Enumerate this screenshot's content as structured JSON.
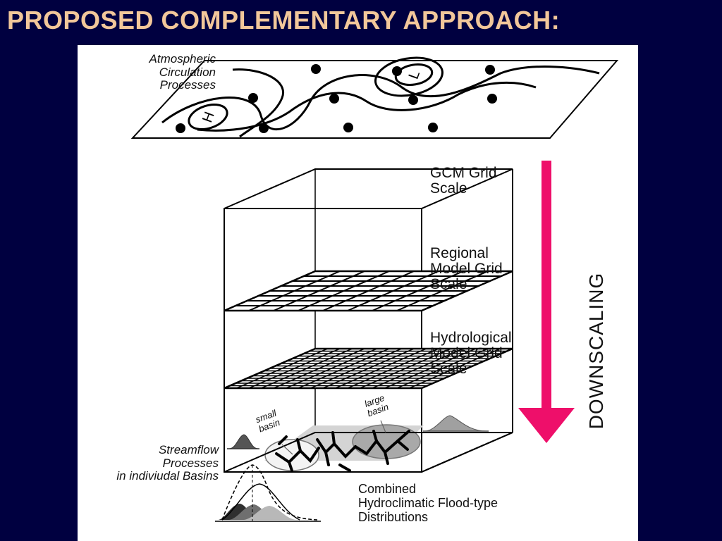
{
  "slide": {
    "title": "PROPOSED COMPLEMENTARY APPROACH:"
  },
  "diagram": {
    "atmospheric_label": "Atmospheric\nCirculation\nProcesses",
    "high_pressure_label": "H",
    "low_pressure_label": "L",
    "gcm_label": "GCM Grid\nScale",
    "regional_label": "Regional\nModel Grid\nScale",
    "hydrological_label": "Hydrological\nModel Grid\nScale",
    "small_basin_label": "small\nbasin",
    "large_basin_label": "large\nbasin",
    "streamflow_label": "Streamflow\nProcesses\nin indiviudal Basins",
    "combined_label": "Combined\nHydroclimatic Flood-type\nDistributions",
    "downscaling_label": "DOWNSCALING",
    "arrow_color": "#ee0f6a"
  }
}
